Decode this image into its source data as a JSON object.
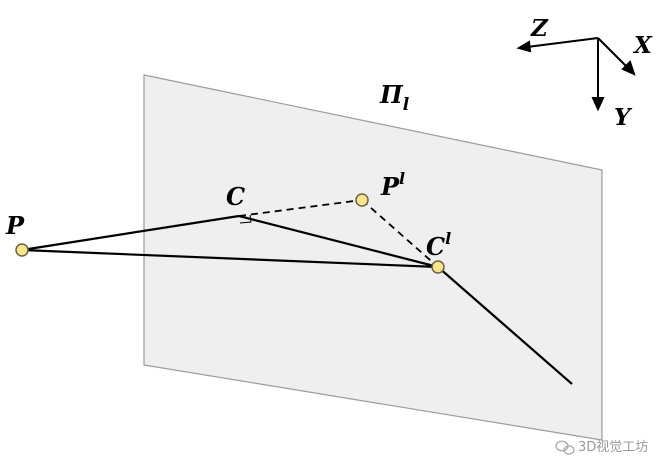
{
  "plane": {
    "label_base": "Π",
    "label_sub": "l",
    "fill": "#efefef",
    "stroke": "#9c9c9c"
  },
  "axes": {
    "z": "Z",
    "x": "X",
    "y": "Y"
  },
  "points": {
    "P": {
      "base": "P",
      "sup": ""
    },
    "C": {
      "base": "C",
      "sup": ""
    },
    "Pl": {
      "base": "P",
      "sup": "l"
    },
    "Cl": {
      "base": "C",
      "sup": "l"
    }
  },
  "point_fill": "#f9e48e",
  "point_stroke": "#6e6240",
  "watermark": "3D视觉工坊"
}
